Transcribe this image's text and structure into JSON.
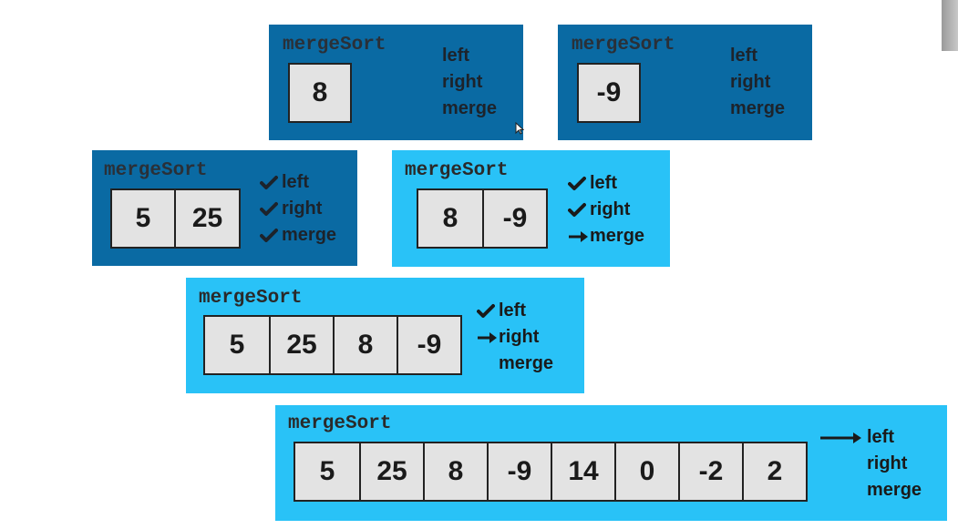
{
  "frames": [
    {
      "title": "mergeSort",
      "theme": "dark",
      "values": [
        "8"
      ],
      "steps": [
        {
          "label": "left",
          "marker": "none"
        },
        {
          "label": "right",
          "marker": "none"
        },
        {
          "label": "merge",
          "marker": "none"
        }
      ]
    },
    {
      "title": "mergeSort",
      "theme": "dark",
      "values": [
        "-9"
      ],
      "steps": [
        {
          "label": "left",
          "marker": "none"
        },
        {
          "label": "right",
          "marker": "none"
        },
        {
          "label": "merge",
          "marker": "none"
        }
      ]
    },
    {
      "title": "mergeSort",
      "theme": "dark",
      "values": [
        "5",
        "25"
      ],
      "steps": [
        {
          "label": "left",
          "marker": "check"
        },
        {
          "label": "right",
          "marker": "check"
        },
        {
          "label": "merge",
          "marker": "check"
        }
      ]
    },
    {
      "title": "mergeSort",
      "theme": "light",
      "values": [
        "8",
        "-9"
      ],
      "steps": [
        {
          "label": "left",
          "marker": "check"
        },
        {
          "label": "right",
          "marker": "check"
        },
        {
          "label": "merge",
          "marker": "arrow"
        }
      ]
    },
    {
      "title": "mergeSort",
      "theme": "light",
      "values": [
        "5",
        "25",
        "8",
        "-9"
      ],
      "steps": [
        {
          "label": "left",
          "marker": "check"
        },
        {
          "label": "right",
          "marker": "arrow"
        },
        {
          "label": "merge",
          "marker": "none"
        }
      ]
    },
    {
      "title": "mergeSort",
      "theme": "light",
      "values": [
        "5",
        "25",
        "8",
        "-9",
        "14",
        "0",
        "-2",
        "2"
      ],
      "steps": [
        {
          "label": "left",
          "marker": "long-arrow"
        },
        {
          "label": "right",
          "marker": "none"
        },
        {
          "label": "merge",
          "marker": "none"
        }
      ]
    }
  ],
  "colors": {
    "dark_frame": "#0a6aa3",
    "light_frame": "#29c2f7",
    "cell_fill": "#e3e3e3",
    "ink": "#1a1a1a"
  },
  "icons": {
    "check": "check-icon",
    "arrow": "arrow-right-icon",
    "long-arrow": "long-arrow-right-icon"
  }
}
